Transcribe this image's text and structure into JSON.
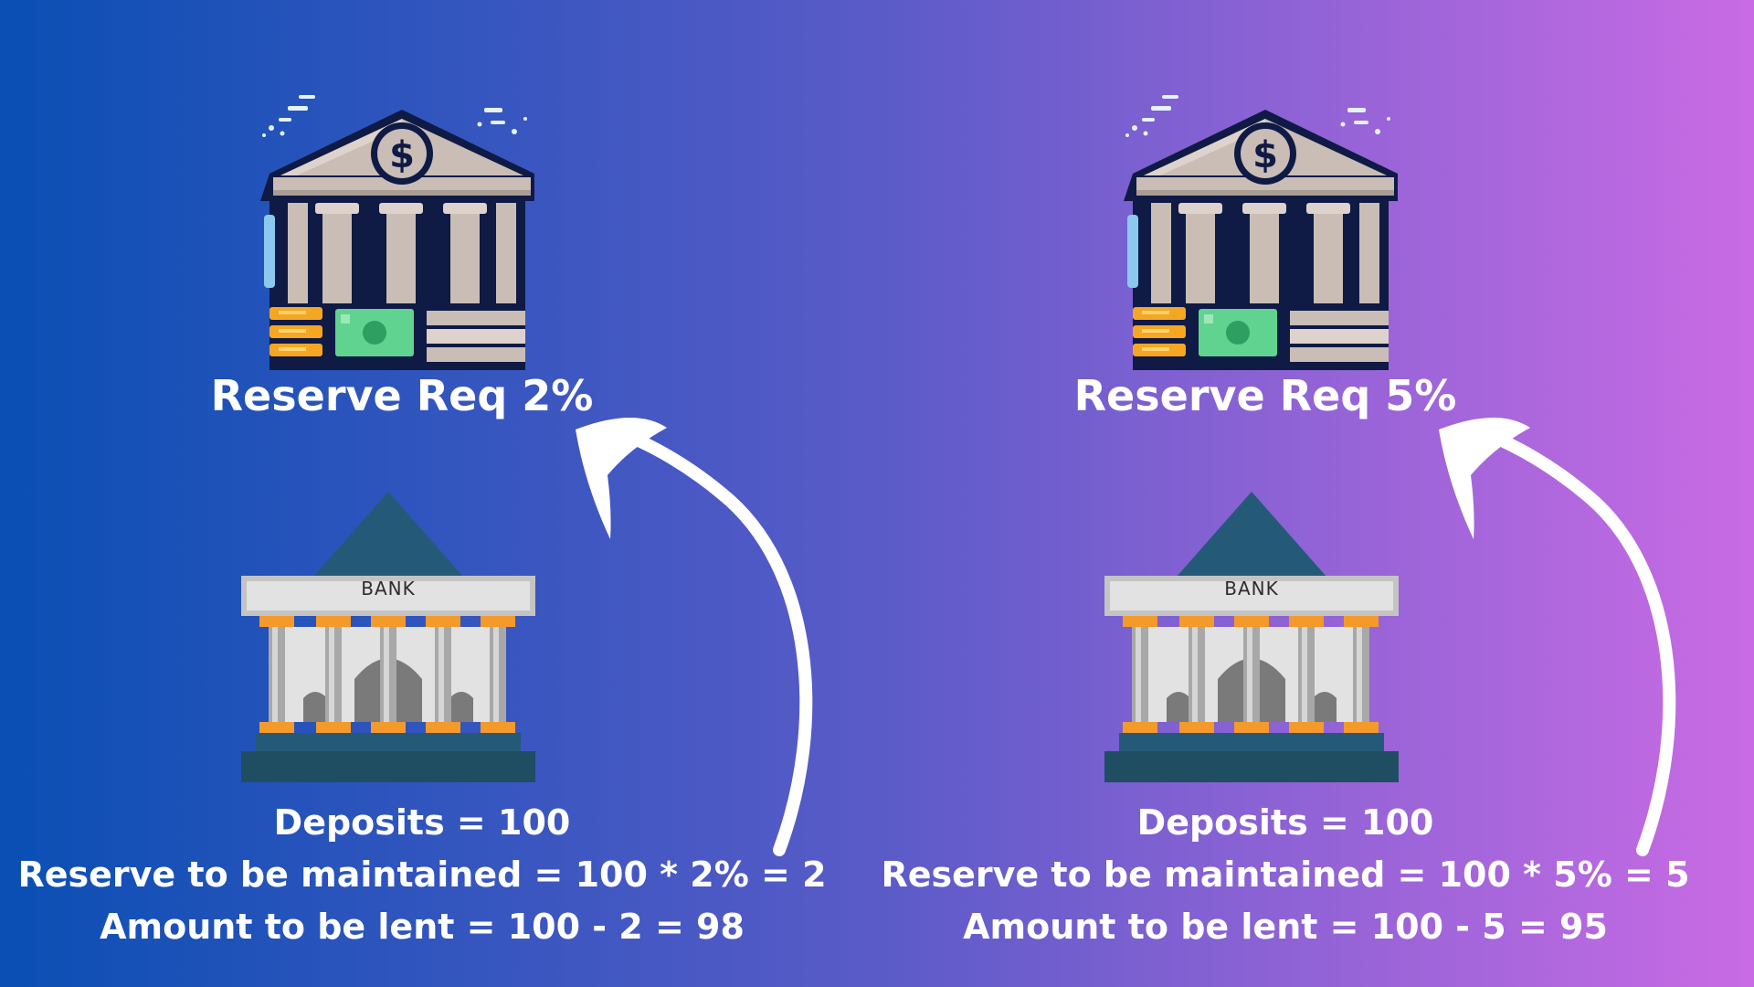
{
  "colors": {
    "gradient_start": "#0a4fb4",
    "gradient_mid": "#5a5bc8",
    "gradient_end": "#c96be4",
    "text": "#ffffff",
    "arrow": "#ffffff",
    "central_bank_outline": "#0f1a45",
    "central_bank_stone": "#c9bdb5",
    "cash_green": "#5fd38f",
    "coin_gold": "#f5a623",
    "bank_roof": "#245a78",
    "bank_column_cap": "#f39a2b",
    "bank_wall": "#e2e2e2"
  },
  "scenarios": [
    {
      "central_bank_icon": "central-bank-dollar-icon",
      "reserve_title": "Reserve Req 2%",
      "bank_icon": "commercial-bank-icon",
      "bank_sign": "BANK",
      "calc_lines": [
        "Deposits = 100",
        "Reserve to be maintained = 100 * 2% = 2",
        "Amount to be lent = 100 - 2 = 98"
      ],
      "arrow_icon": "curved-arrow-up-icon"
    },
    {
      "central_bank_icon": "central-bank-dollar-icon",
      "reserve_title": "Reserve Req 5%",
      "bank_icon": "commercial-bank-icon",
      "bank_sign": "BANK",
      "calc_lines": [
        "Deposits = 100",
        "Reserve to be maintained = 100 * 5% = 5",
        "Amount to be lent = 100 - 5 = 95"
      ],
      "arrow_icon": "curved-arrow-up-icon"
    }
  ]
}
